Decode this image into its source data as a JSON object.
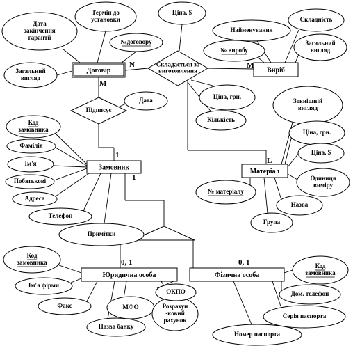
{
  "entities": [
    {
      "id": "contract",
      "label": "Договір",
      "double": true
    },
    {
      "id": "product",
      "label": "Виріб"
    },
    {
      "id": "customer",
      "label": "Замовник"
    },
    {
      "id": "material",
      "label": "Матеріал"
    },
    {
      "id": "legal",
      "label": "Юридична особа"
    },
    {
      "id": "physical",
      "label": "Фізична особа"
    }
  ],
  "relationships": [
    {
      "id": "consists",
      "label": [
        "Складається за",
        "виготовлення"
      ]
    },
    {
      "id": "signs",
      "label": [
        "Підписує"
      ]
    }
  ],
  "attributes": [
    {
      "id": "a_guarantee_end",
      "label": [
        "Дата",
        "закінчення",
        "гарантії"
      ]
    },
    {
      "id": "a_install_term",
      "label": [
        "Термін до",
        "установки"
      ]
    },
    {
      "id": "a_contract_no",
      "label": [
        "№договору"
      ],
      "key": true
    },
    {
      "id": "a_contract_general",
      "label": [
        "Загальний",
        "вигляд"
      ]
    },
    {
      "id": "a_price_usd",
      "label": [
        "Ціна, $"
      ]
    },
    {
      "id": "a_product_name",
      "label": [
        "Найменування"
      ]
    },
    {
      "id": "a_composition",
      "label": [
        "Складність"
      ]
    },
    {
      "id": "a_product_no",
      "label": [
        "№ виробу"
      ],
      "key": true
    },
    {
      "id": "a_product_general",
      "label": [
        "Загальний",
        "вигляд"
      ]
    },
    {
      "id": "a_price_uah",
      "label": [
        "Ціна, грн."
      ]
    },
    {
      "id": "a_quantity",
      "label": [
        "Кількість"
      ]
    },
    {
      "id": "a_date",
      "label": [
        "Дата"
      ]
    },
    {
      "id": "a_customer_code",
      "label": [
        "Код",
        "замовника"
      ],
      "key": true
    },
    {
      "id": "a_surname",
      "label": [
        "Фамілія"
      ]
    },
    {
      "id": "a_name",
      "label": [
        "Ім'я"
      ]
    },
    {
      "id": "a_patronymic",
      "label": [
        "Побатькові"
      ]
    },
    {
      "id": "a_address",
      "label": [
        "Адреса"
      ]
    },
    {
      "id": "a_phone",
      "label": [
        "Телефон"
      ]
    },
    {
      "id": "a_note",
      "label": [
        "Примітки"
      ]
    },
    {
      "id": "a_mat_appearance",
      "label": [
        "Зовнішній",
        "вигляд"
      ]
    },
    {
      "id": "a_mat_price_uah",
      "label": [
        "Ціна, грн."
      ]
    },
    {
      "id": "a_mat_price_usd",
      "label": [
        "Ціна, $"
      ]
    },
    {
      "id": "a_unit",
      "label": [
        "Одиниця",
        "виміру"
      ]
    },
    {
      "id": "a_mat_no",
      "label": [
        "№ матеріалу"
      ],
      "key": true
    },
    {
      "id": "a_mat_name",
      "label": [
        "Назва"
      ]
    },
    {
      "id": "a_group",
      "label": [
        "Група"
      ]
    },
    {
      "id": "a_legal_code",
      "label": [
        "Код",
        "замовника"
      ],
      "key": true
    },
    {
      "id": "a_firm_name",
      "label": [
        "Ім'я фірми"
      ]
    },
    {
      "id": "a_fax",
      "label": [
        "Факс"
      ]
    },
    {
      "id": "a_bank_name",
      "label": [
        "Назва банку"
      ]
    },
    {
      "id": "a_mfo",
      "label": [
        "МФО"
      ]
    },
    {
      "id": "a_account",
      "label": [
        "Розрахун",
        "-ковий",
        "рахунок"
      ]
    },
    {
      "id": "a_okpo",
      "label": [
        "ОКПО"
      ]
    },
    {
      "id": "a_phys_code",
      "label": [
        "Код",
        "замовника"
      ],
      "key": true
    },
    {
      "id": "a_home_phone",
      "label": [
        "Дом. телефон"
      ]
    },
    {
      "id": "a_passport_series",
      "label": [
        "Серія паспорта"
      ]
    },
    {
      "id": "a_passport_no",
      "label": [
        "Номер паспорта"
      ]
    }
  ],
  "cardinalities": [
    {
      "id": "c_contract_n",
      "label": "N"
    },
    {
      "id": "c_product_m",
      "label": "M"
    },
    {
      "id": "c_contract_m",
      "label": "M"
    },
    {
      "id": "c_customer_1a",
      "label": "1"
    },
    {
      "id": "c_customer_1b",
      "label": "1"
    },
    {
      "id": "c_material_l",
      "label": "L"
    },
    {
      "id": "c_legal",
      "label": "0, 1"
    },
    {
      "id": "c_physical",
      "label": "0, 1"
    }
  ]
}
